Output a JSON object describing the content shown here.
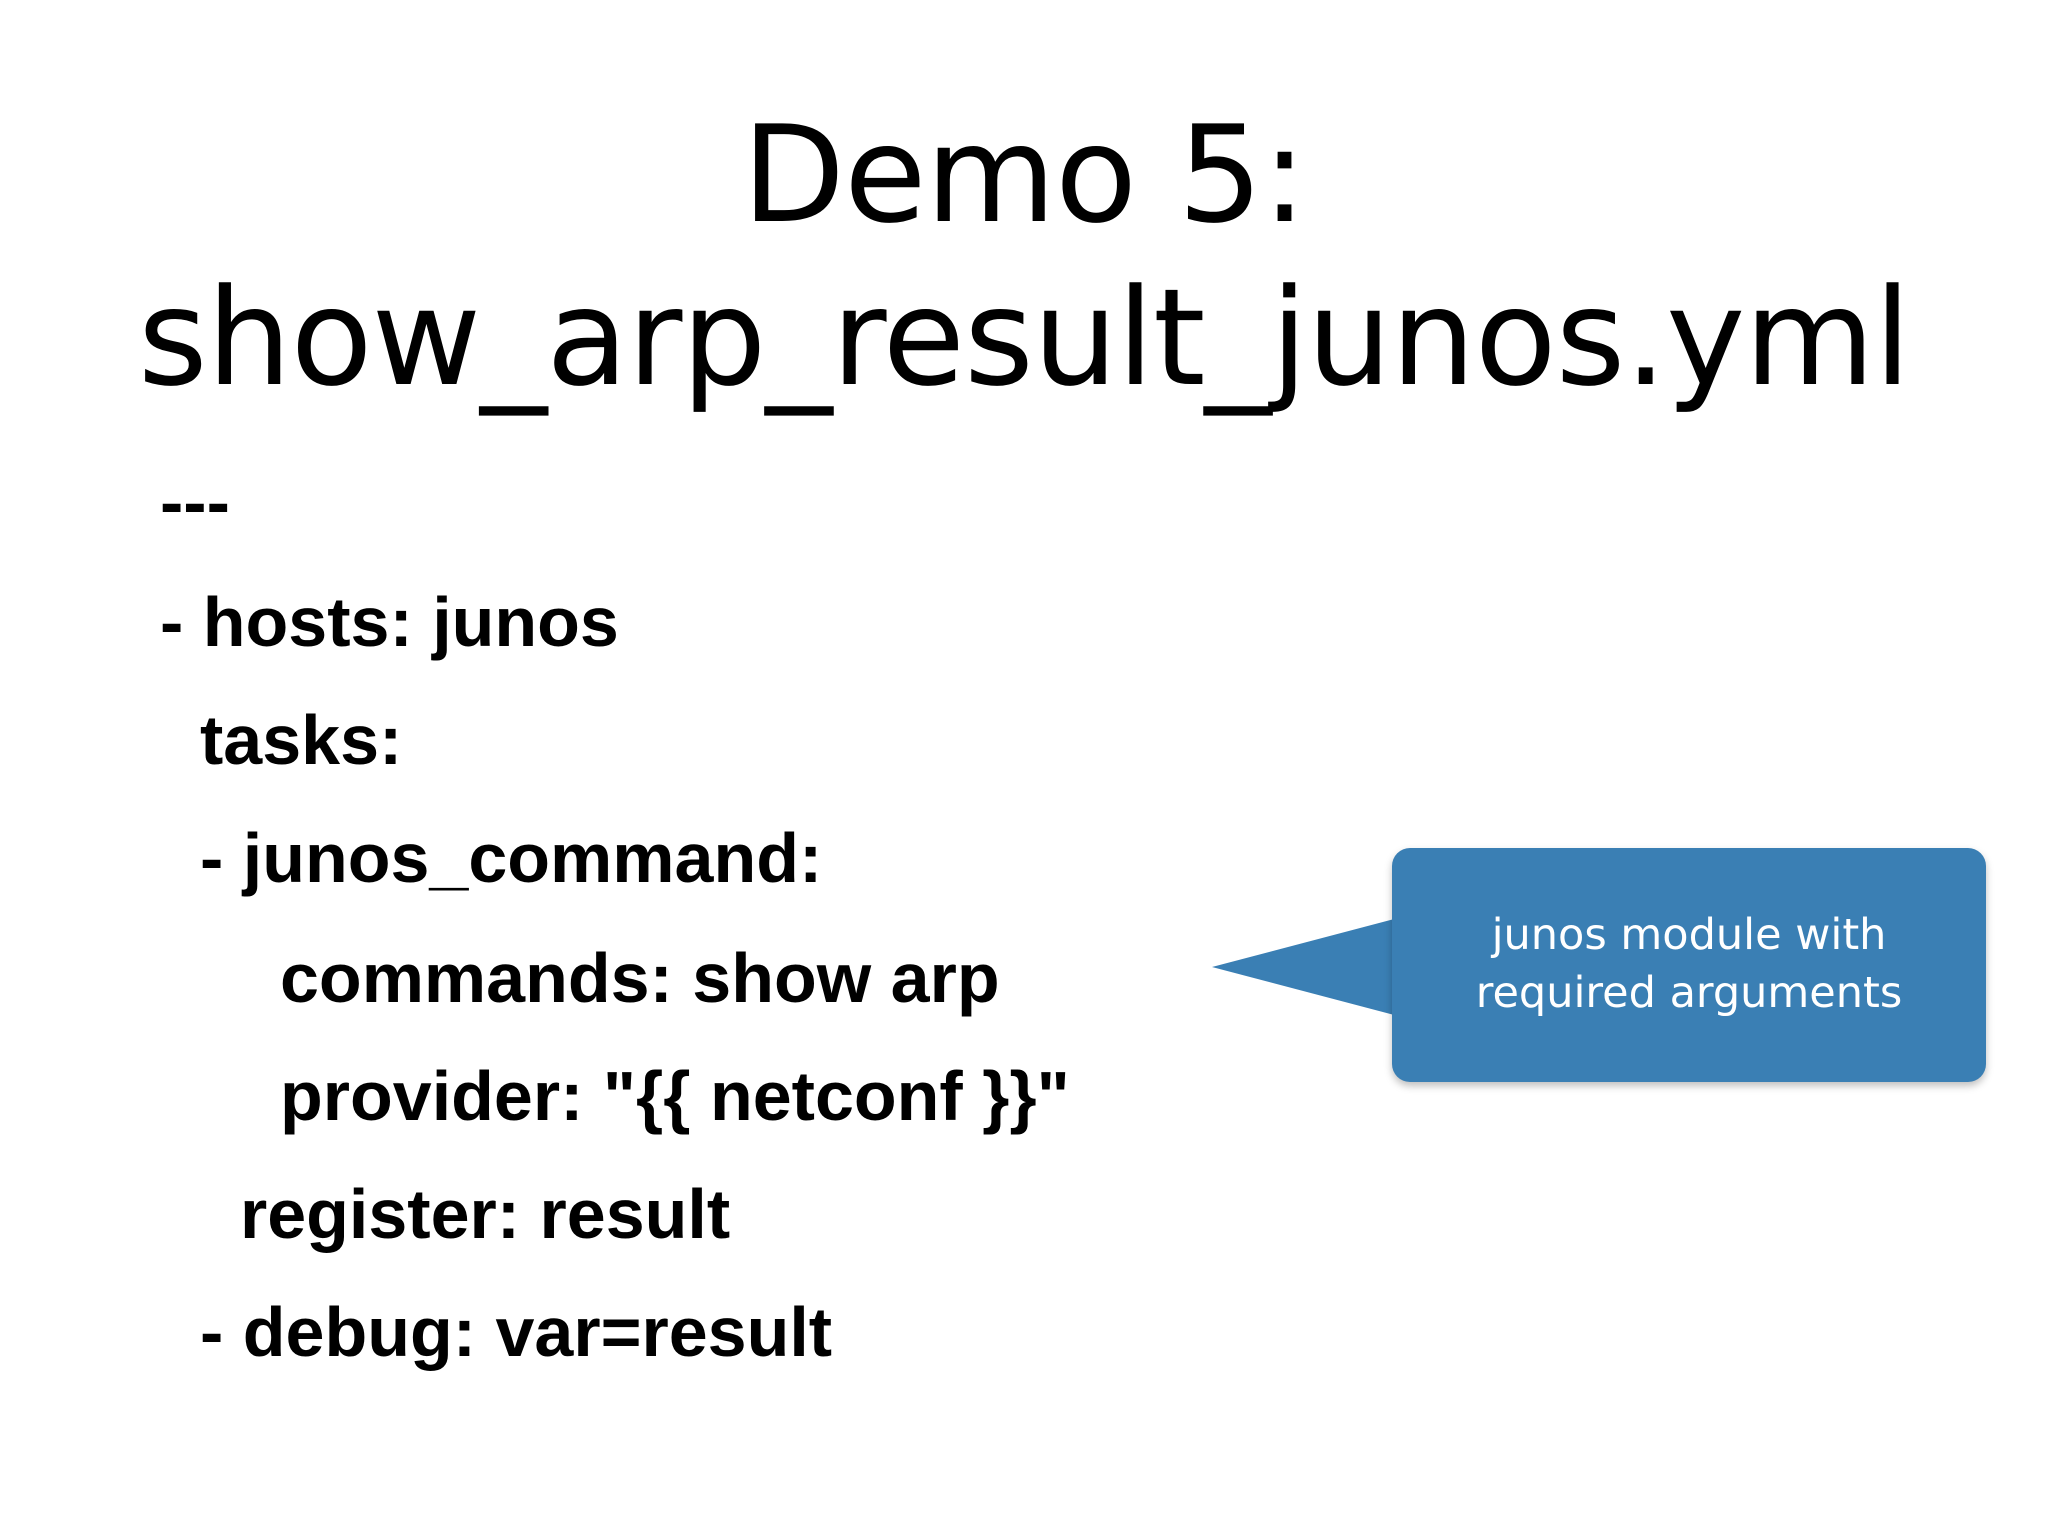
{
  "slide": {
    "title_line1": "Demo 5:",
    "title_line2": "show_arp_result_junos.yml"
  },
  "code": {
    "lines": [
      "---",
      "- hosts: junos",
      "tasks:",
      "- junos_command:",
      "commands: show arp",
      "provider: \"{{ netconf }}\"",
      "register: result",
      "- debug: var=result"
    ]
  },
  "callout": {
    "line1": "junos module with",
    "line2": "required arguments",
    "color": "#3a7fb4"
  }
}
